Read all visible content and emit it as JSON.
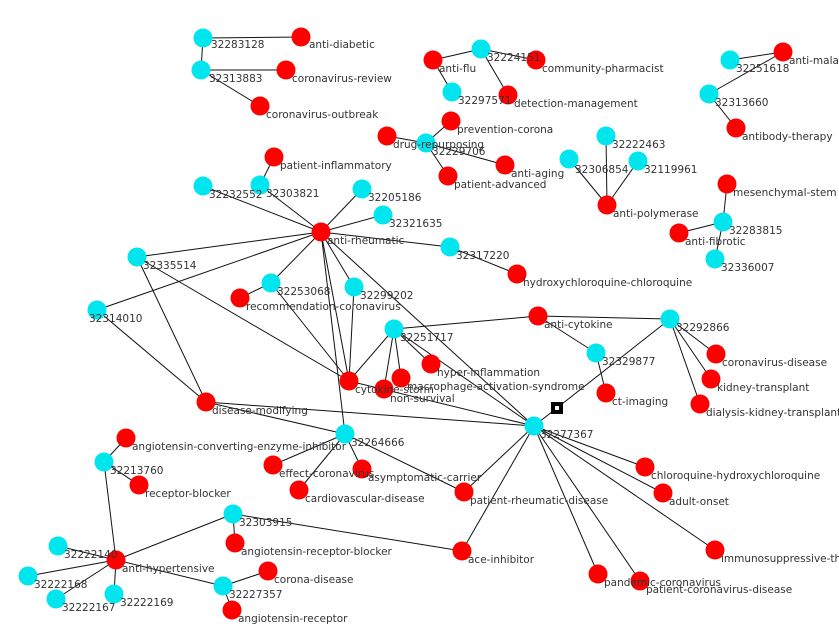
{
  "colors": {
    "paper_node": "#00e5ee",
    "term_node": "#ff0000",
    "edge": "#111111",
    "label": "#333333",
    "background": "#ffffff"
  },
  "graph": {
    "nodes": [
      {
        "id": "n32283128",
        "label": "32283128",
        "kind": "paper"
      },
      {
        "id": "antidiabetic",
        "label": "anti-diabetic",
        "kind": "term"
      },
      {
        "id": "n32313883",
        "label": "32313883",
        "kind": "paper"
      },
      {
        "id": "coronavirusreview",
        "label": "coronavirus-review",
        "kind": "term"
      },
      {
        "id": "coronavirusoutbreak",
        "label": "coronavirus-outbreak",
        "kind": "term"
      },
      {
        "id": "n32224151",
        "label": "32224151",
        "kind": "paper"
      },
      {
        "id": "antiflu",
        "label": "anti-flu",
        "kind": "term"
      },
      {
        "id": "communitypharmacist",
        "label": "community-pharmacist",
        "kind": "term"
      },
      {
        "id": "n32297571",
        "label": "32297571",
        "kind": "paper"
      },
      {
        "id": "detectionmanagement",
        "label": "detection-management",
        "kind": "term"
      },
      {
        "id": "n32251618",
        "label": "32251618",
        "kind": "paper"
      },
      {
        "id": "antimalarial",
        "label": "anti-malarial",
        "kind": "term"
      },
      {
        "id": "n32313660",
        "label": "32313660",
        "kind": "paper"
      },
      {
        "id": "antibodytherapy",
        "label": "antibody-therapy",
        "kind": "term"
      },
      {
        "id": "preventioncorona",
        "label": "prevention-corona",
        "kind": "term"
      },
      {
        "id": "drugrepurposing",
        "label": "drug-repurposing",
        "kind": "term"
      },
      {
        "id": "n32229706",
        "label": "32229706",
        "kind": "paper"
      },
      {
        "id": "antiaging",
        "label": "anti-aging",
        "kind": "term"
      },
      {
        "id": "patientadvanced",
        "label": "patient-advanced",
        "kind": "term"
      },
      {
        "id": "n32222463",
        "label": "32222463",
        "kind": "paper"
      },
      {
        "id": "n32306854",
        "label": "32306854",
        "kind": "paper"
      },
      {
        "id": "n32119961",
        "label": "32119961",
        "kind": "paper"
      },
      {
        "id": "antipolymerase",
        "label": "anti-polymerase",
        "kind": "term"
      },
      {
        "id": "patientinflammatory",
        "label": "patient-inflammatory",
        "kind": "term"
      },
      {
        "id": "n32303821",
        "label": "32303821",
        "kind": "paper"
      },
      {
        "id": "n32232552",
        "label": "32232552",
        "kind": "paper"
      },
      {
        "id": "n32205186",
        "label": "32205186",
        "kind": "paper"
      },
      {
        "id": "n32321635",
        "label": "32321635",
        "kind": "paper"
      },
      {
        "id": "antirheumatic",
        "label": "anti-rheumatic",
        "kind": "term"
      },
      {
        "id": "mesenchymalstem",
        "label": "mesenchymal-stem",
        "kind": "term"
      },
      {
        "id": "n32283815",
        "label": "32283815",
        "kind": "paper"
      },
      {
        "id": "antifibrotic",
        "label": "anti-fibrotic",
        "kind": "term"
      },
      {
        "id": "n32336007",
        "label": "32336007",
        "kind": "paper"
      },
      {
        "id": "n32317220",
        "label": "32317220",
        "kind": "paper"
      },
      {
        "id": "hcqcq",
        "label": "hydroxychloroquine-chloroquine",
        "kind": "term"
      },
      {
        "id": "n32335514",
        "label": "32335514",
        "kind": "paper"
      },
      {
        "id": "n32253068",
        "label": "32253068",
        "kind": "paper"
      },
      {
        "id": "n32299202",
        "label": "32299202",
        "kind": "paper"
      },
      {
        "id": "recommendationcoronavirus",
        "label": "recommendation-coronavirus",
        "kind": "term"
      },
      {
        "id": "n32314010",
        "label": "32314010",
        "kind": "paper"
      },
      {
        "id": "anticytokine",
        "label": "anti-cytokine",
        "kind": "term"
      },
      {
        "id": "n32292866",
        "label": "32292866",
        "kind": "paper"
      },
      {
        "id": "n32251717",
        "label": "32251717",
        "kind": "paper"
      },
      {
        "id": "coronavirusdisease",
        "label": "coronavirus-disease",
        "kind": "term"
      },
      {
        "id": "hyperinflammation",
        "label": "hyper-inflammation",
        "kind": "term"
      },
      {
        "id": "n32329877",
        "label": "32329877",
        "kind": "paper"
      },
      {
        "id": "kidneytransplant",
        "label": "kidney-transplant",
        "kind": "term"
      },
      {
        "id": "cytokinestorm",
        "label": "cytokine-storm",
        "kind": "term"
      },
      {
        "id": "macrophageactivation",
        "label": "macrophage-activation-syndrome",
        "kind": "term"
      },
      {
        "id": "nonsurvival",
        "label": "non-survival",
        "kind": "term"
      },
      {
        "id": "ctimaging",
        "label": "ct-imaging",
        "kind": "term"
      },
      {
        "id": "dialysiskidney",
        "label": "dialysis-kidney-transplant",
        "kind": "term"
      },
      {
        "id": "diseasemodifying",
        "label": "disease-modifying",
        "kind": "term"
      },
      {
        "id": "n32277367",
        "label": "32277367",
        "kind": "paper"
      },
      {
        "id": "aceinhibitorconverting",
        "label": "angiotensin-converting-enzyme-inhibitor",
        "kind": "term"
      },
      {
        "id": "n32264666",
        "label": "32264666",
        "kind": "paper"
      },
      {
        "id": "n32213760",
        "label": "32213760",
        "kind": "paper"
      },
      {
        "id": "effectcoronavirus",
        "label": "effect-coronavirus",
        "kind": "term"
      },
      {
        "id": "asymptomaticcarrier",
        "label": "asymptomatic-carrier",
        "kind": "term"
      },
      {
        "id": "chloroquinehcq",
        "label": "chloroquine-hydroxychloroquine",
        "kind": "term"
      },
      {
        "id": "receptorblocker",
        "label": "receptor-blocker",
        "kind": "term"
      },
      {
        "id": "cardiovasculardisease",
        "label": "cardiovascular-disease",
        "kind": "term"
      },
      {
        "id": "patientrheumatic",
        "label": "patient-rheumatic-disease",
        "kind": "term"
      },
      {
        "id": "adultonset",
        "label": "adult-onset",
        "kind": "term"
      },
      {
        "id": "n32303915",
        "label": "32303915",
        "kind": "paper"
      },
      {
        "id": "n32222140",
        "label": "32222140",
        "kind": "paper"
      },
      {
        "id": "angiotensinreceptorblocker",
        "label": "angiotensin-receptor-blocker",
        "kind": "term"
      },
      {
        "id": "aceinhibitor",
        "label": "ace-inhibitor",
        "kind": "term"
      },
      {
        "id": "immunosuppressive",
        "label": "immunosuppressive-therapy",
        "kind": "term"
      },
      {
        "id": "antihypertensive",
        "label": "anti-hypertensive",
        "kind": "term"
      },
      {
        "id": "coronadisease",
        "label": "corona-disease",
        "kind": "term"
      },
      {
        "id": "n32222168",
        "label": "32222168",
        "kind": "paper"
      },
      {
        "id": "n32222169",
        "label": "32222169",
        "kind": "paper"
      },
      {
        "id": "n32227357",
        "label": "32227357",
        "kind": "paper"
      },
      {
        "id": "n32222167",
        "label": "32222167",
        "kind": "paper"
      },
      {
        "id": "pandemiccoronavirus",
        "label": "pandemic-coronavirus",
        "kind": "term"
      },
      {
        "id": "patientcoronavirus",
        "label": "patient-coronavirus-disease",
        "kind": "term"
      },
      {
        "id": "angiotensinreceptor",
        "label": "angiotensin-receptor",
        "kind": "term"
      }
    ],
    "edges": [
      [
        "n32283128",
        "antidiabetic"
      ],
      [
        "n32313883",
        "coronavirusreview"
      ],
      [
        "n32313883",
        "coronavirusoutbreak"
      ],
      [
        "n32283128",
        "n32313883"
      ],
      [
        "antiflu",
        "n32224151"
      ],
      [
        "n32224151",
        "communitypharmacist"
      ],
      [
        "n32224151",
        "detectionmanagement"
      ],
      [
        "antiflu",
        "n32297571"
      ],
      [
        "n32251618",
        "antimalarial"
      ],
      [
        "n32313660",
        "antimalarial"
      ],
      [
        "n32313660",
        "antibodytherapy"
      ],
      [
        "drugrepurposing",
        "n32229706"
      ],
      [
        "preventioncorona",
        "n32229706"
      ],
      [
        "n32229706",
        "antiaging"
      ],
      [
        "n32229706",
        "patientadvanced"
      ],
      [
        "n32306854",
        "antipolymerase"
      ],
      [
        "n32222463",
        "antipolymerase"
      ],
      [
        "n32119961",
        "antipolymerase"
      ],
      [
        "patientinflammatory",
        "n32303821"
      ],
      [
        "n32303821",
        "antirheumatic"
      ],
      [
        "n32232552",
        "antirheumatic"
      ],
      [
        "n32205186",
        "antirheumatic"
      ],
      [
        "n32321635",
        "antirheumatic"
      ],
      [
        "n32317220",
        "antirheumatic"
      ],
      [
        "n32317220",
        "hcqcq"
      ],
      [
        "mesenchymalstem",
        "n32283815"
      ],
      [
        "antifibrotic",
        "n32283815"
      ],
      [
        "n32283815",
        "n32336007"
      ],
      [
        "antirheumatic",
        "n32335514"
      ],
      [
        "antirheumatic",
        "n32314010"
      ],
      [
        "antirheumatic",
        "n32253068"
      ],
      [
        "antirheumatic",
        "n32299202"
      ],
      [
        "antirheumatic",
        "cytokinestorm"
      ],
      [
        "antirheumatic",
        "n32264666"
      ],
      [
        "antirheumatic",
        "n32277367"
      ],
      [
        "n32253068",
        "recommendationcoronavirus"
      ],
      [
        "n32253068",
        "cytokinestorm"
      ],
      [
        "n32299202",
        "cytokinestorm"
      ],
      [
        "n32335514",
        "diseasemodifying"
      ],
      [
        "n32335514",
        "cytokinestorm"
      ],
      [
        "n32314010",
        "diseasemodifying"
      ],
      [
        "diseasemodifying",
        "n32277367"
      ],
      [
        "n32251717",
        "anticytokine"
      ],
      [
        "n32251717",
        "cytokinestorm"
      ],
      [
        "n32251717",
        "hyperinflammation"
      ],
      [
        "n32251717",
        "macrophageactivation"
      ],
      [
        "n32251717",
        "nonsurvival"
      ],
      [
        "n32251717",
        "n32277367"
      ],
      [
        "anticytokine",
        "n32292866"
      ],
      [
        "anticytokine",
        "n32329877"
      ],
      [
        "n32329877",
        "ctimaging"
      ],
      [
        "n32292866",
        "coronavirusdisease"
      ],
      [
        "n32292866",
        "kidneytransplant"
      ],
      [
        "n32292866",
        "dialysiskidney"
      ],
      [
        "n32292866",
        "n32277367"
      ],
      [
        "cytokinestorm",
        "n32277367"
      ],
      [
        "n32264666",
        "effectcoronavirus"
      ],
      [
        "n32264666",
        "asymptomaticcarrier"
      ],
      [
        "n32264666",
        "cardiovasculardisease"
      ],
      [
        "n32264666",
        "patientrheumatic"
      ],
      [
        "n32264666",
        "diseasemodifying"
      ],
      [
        "n32277367",
        "chloroquinehcq"
      ],
      [
        "n32277367",
        "adultonset"
      ],
      [
        "n32277367",
        "immunosuppressive"
      ],
      [
        "n32277367",
        "pandemiccoronavirus"
      ],
      [
        "n32277367",
        "patientcoronavirus"
      ],
      [
        "n32277367",
        "patientrheumatic"
      ],
      [
        "n32277367",
        "aceinhibitor"
      ],
      [
        "aceinhibitorconverting",
        "n32213760"
      ],
      [
        "n32213760",
        "receptorblocker"
      ],
      [
        "n32213760",
        "antihypertensive"
      ],
      [
        "n32303915",
        "antihypertensive"
      ],
      [
        "n32303915",
        "aceinhibitor"
      ],
      [
        "n32303915",
        "angiotensinreceptorblocker"
      ],
      [
        "n32222140",
        "antihypertensive"
      ],
      [
        "n32222168",
        "antihypertensive"
      ],
      [
        "n32222169",
        "antihypertensive"
      ],
      [
        "n32222167",
        "antihypertensive"
      ],
      [
        "n32227357",
        "antihypertensive"
      ],
      [
        "n32227357",
        "coronadisease"
      ],
      [
        "n32227357",
        "angiotensinreceptor"
      ]
    ]
  }
}
